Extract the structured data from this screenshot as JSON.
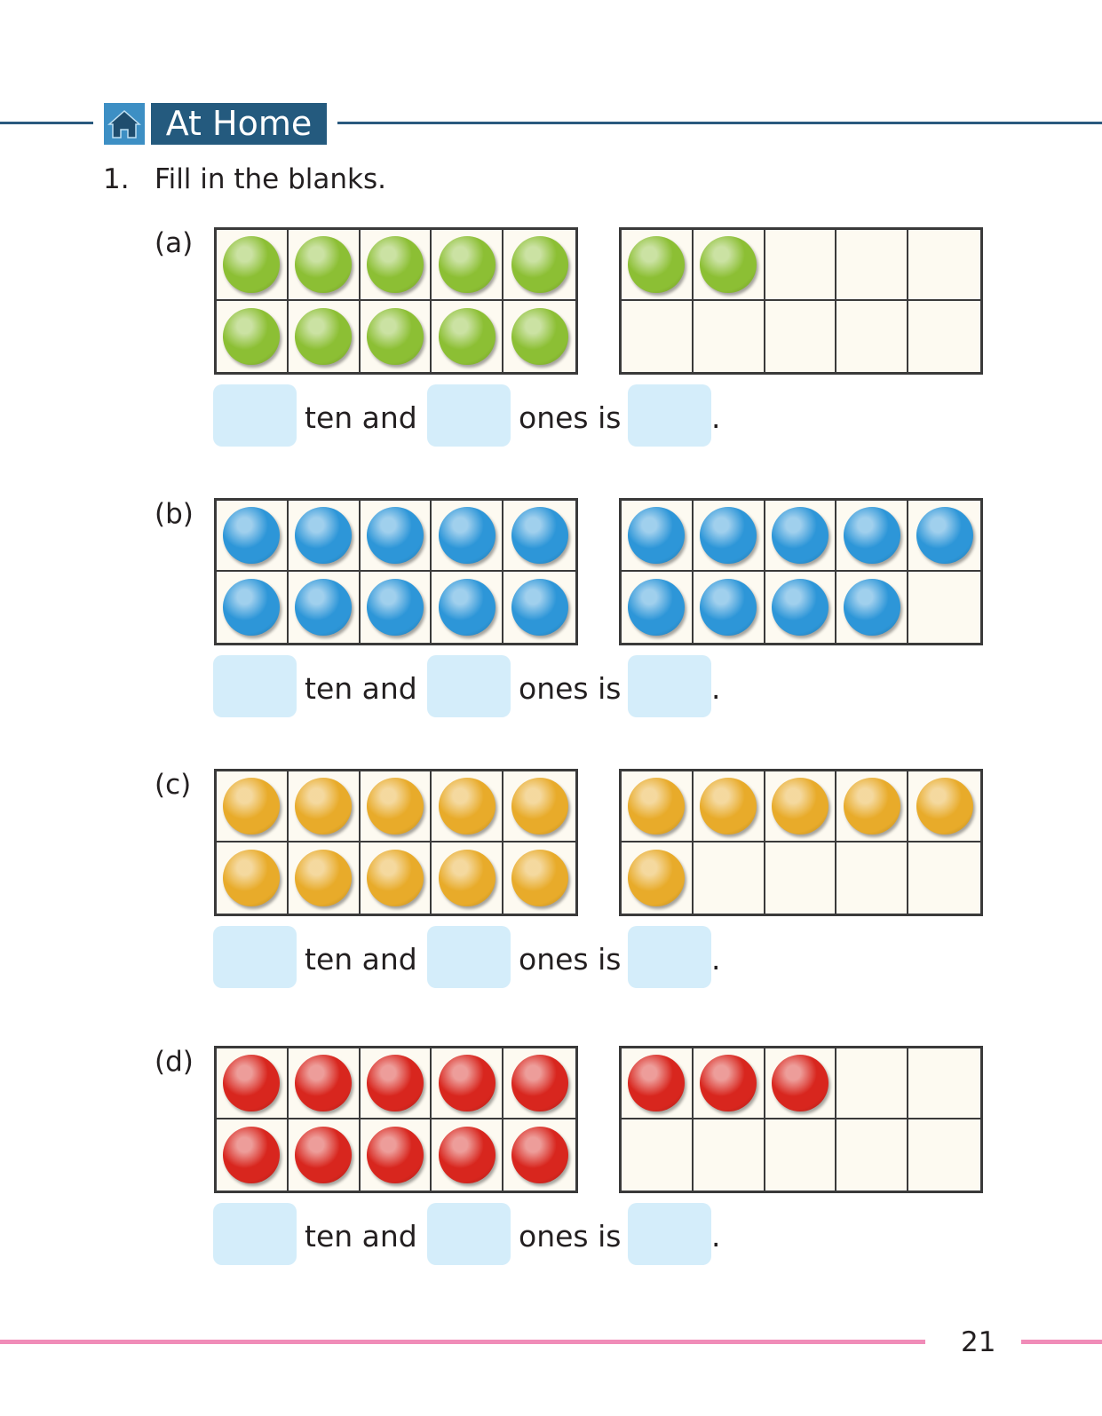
{
  "header": {
    "title": "At Home",
    "icon": "home-icon"
  },
  "question": {
    "number": "1.",
    "text": "Fill in the blanks."
  },
  "sentence": {
    "ten_text": "ten and",
    "ones_text": "ones is",
    "period": "."
  },
  "colors": {
    "green": "#8cbf34",
    "blue": "#2d96d8",
    "yellow": "#e8ab2a",
    "red": "#d8261e",
    "header_bg": "#245a7e",
    "blank_bg": "#d4edfa"
  },
  "parts": [
    {
      "label": "(a)",
      "color": "green",
      "left_count": 10,
      "right_count": 2
    },
    {
      "label": "(b)",
      "color": "blue",
      "left_count": 10,
      "right_count": 9
    },
    {
      "label": "(c)",
      "color": "yellow",
      "left_count": 10,
      "right_count": 6
    },
    {
      "label": "(d)",
      "color": "red",
      "left_count": 10,
      "right_count": 3
    }
  ],
  "page_number": "21"
}
